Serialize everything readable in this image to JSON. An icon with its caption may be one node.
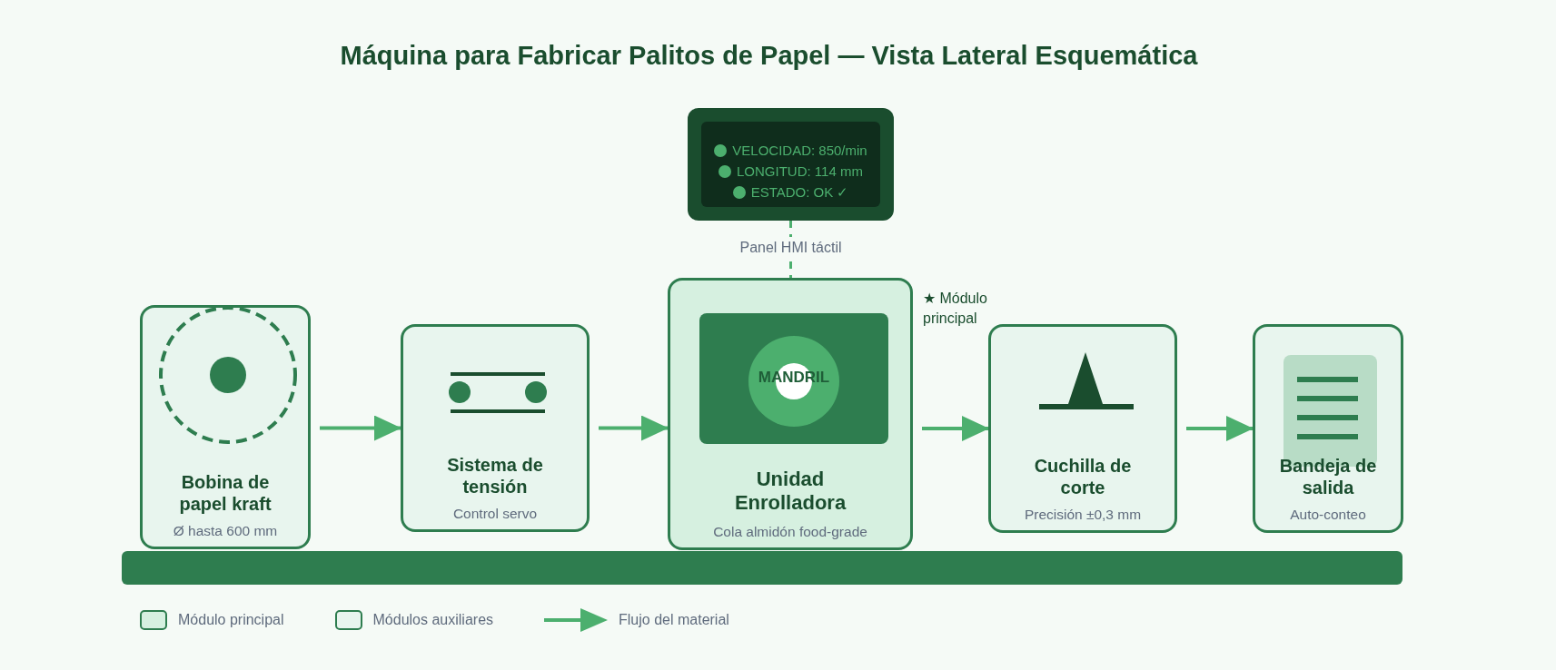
{
  "diagram": {
    "title": "Máquina para Fabricar Palitos de Papel — Vista Lateral Esquemática",
    "nodes": [
      {
        "text": [
          "VELOCIDAD: 850/min",
          "LONGITUD: 114 mm",
          "ESTADO: OK ✓"
        ],
        "beside": [
          "Panel HMI táctil"
        ]
      },
      {
        "text": [
          "Bobina de papel kraft",
          "Ø hasta 600 mm"
        ]
      },
      {
        "text": [
          "Sistema de tensión",
          "Control servo"
        ]
      },
      {
        "text": [
          "Unidad Enrolladora",
          "Cola almidón food-grade"
        ]
      },
      {
        "text": [
          "MANDRIL"
        ],
        "in": 3
      },
      {
        "text": [
          "Cuchilla de corte",
          "Precisión ±0,3 mm"
        ]
      },
      {
        "text": [
          "Bandeja de salida",
          "Auto-conteo"
        ]
      },
      {
        "text": [],
        "shape": "bar"
      }
    ],
    "labels": [
      "★ Módulo principal"
    ],
    "edges": [
      {
        "from": 1,
        "to": 2,
        "arrow": "to"
      },
      {
        "from": 2,
        "to": 3,
        "arrow": "to"
      },
      {
        "from": 3,
        "to": 5,
        "arrow": "to"
      },
      {
        "from": 5,
        "to": 6,
        "arrow": "to"
      },
      {
        "from": 0,
        "to": 3,
        "arrow": "none",
        "style": "dashed"
      }
    ],
    "legend": [
      {
        "text": "Módulo principal",
        "color": "#d6f0e0"
      },
      {
        "text": "Módulos auxiliares",
        "color": "#e8f5ee"
      },
      {
        "text": "Flujo del material"
      }
    ]
  }
}
